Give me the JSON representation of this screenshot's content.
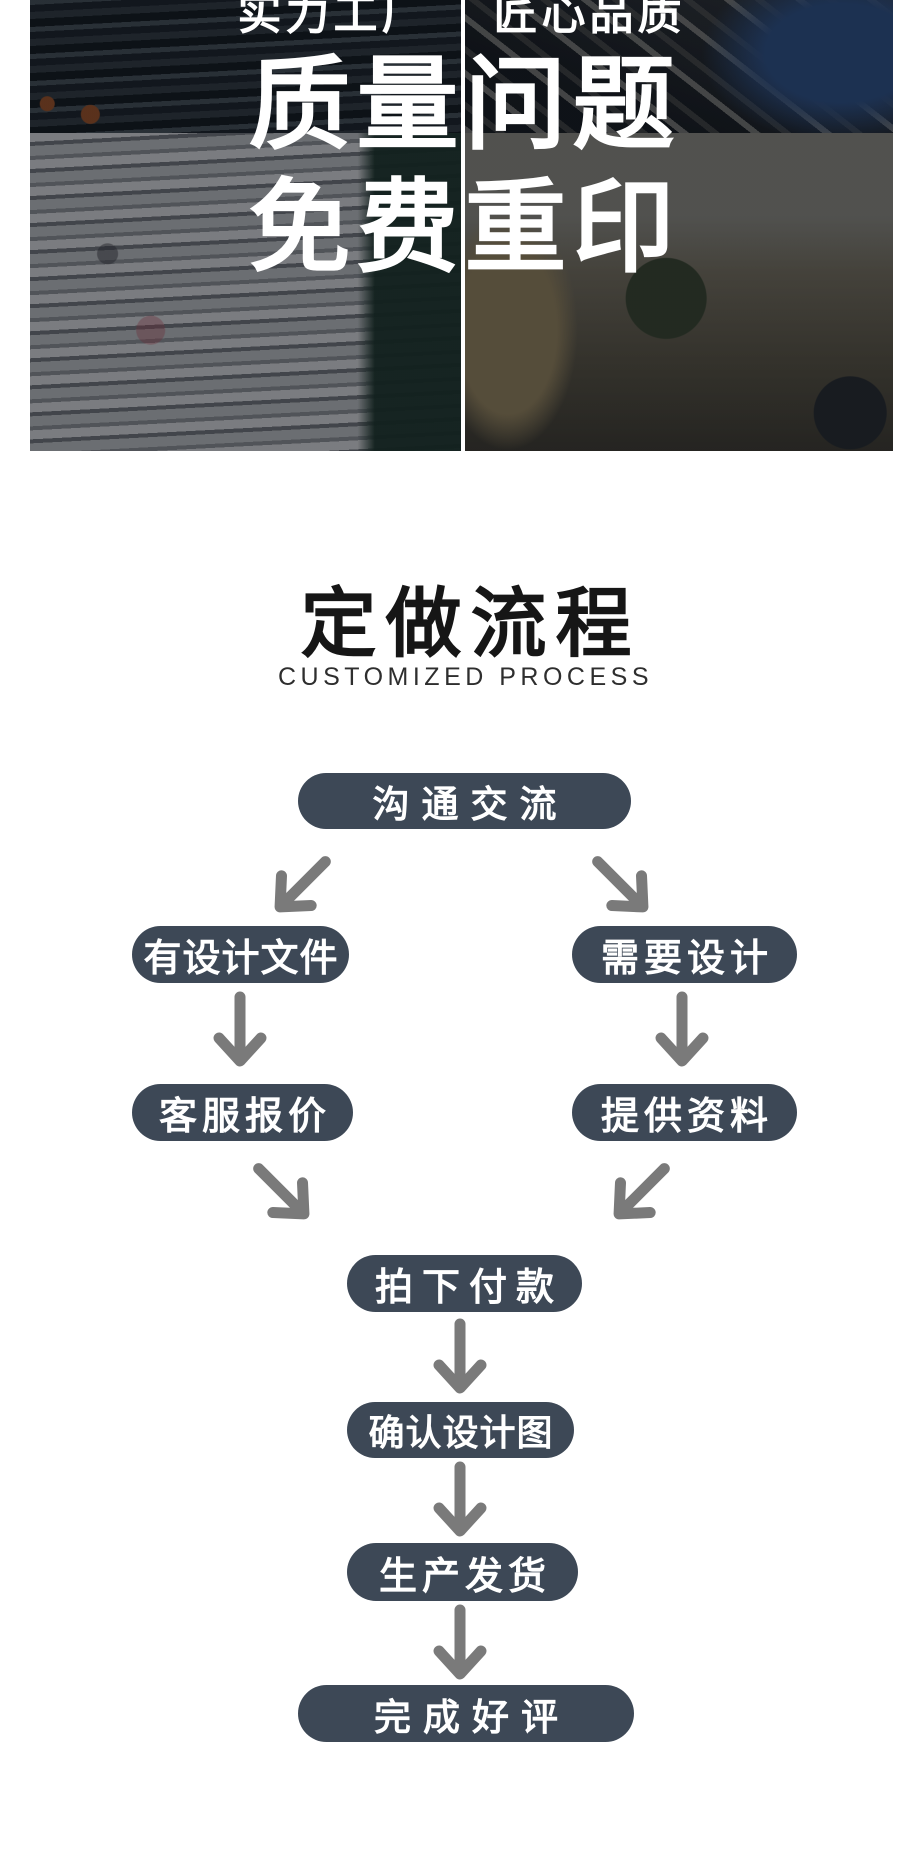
{
  "banner": {
    "top_labels": [
      "实力工厂",
      "匠心品质"
    ],
    "headline_line1": "质量问题",
    "headline_line2": "免费重印"
  },
  "process_section": {
    "title": "定做流程",
    "subtitle": "CUSTOMIZED PROCESS",
    "steps": [
      {
        "id": "communicate",
        "label": "沟通交流"
      },
      {
        "id": "have_design_file",
        "label": "有设计文件"
      },
      {
        "id": "need_design",
        "label": "需要设计"
      },
      {
        "id": "service_quote",
        "label": "客服报价"
      },
      {
        "id": "provide_materials",
        "label": "提供资料"
      },
      {
        "id": "order_and_pay",
        "label": "拍下付款"
      },
      {
        "id": "confirm_design",
        "label": "确认设计图"
      },
      {
        "id": "produce_and_ship",
        "label": "生产发货"
      },
      {
        "id": "complete_good_review",
        "label": "完成好评"
      }
    ],
    "flow_edges": [
      [
        "communicate",
        "have_design_file"
      ],
      [
        "communicate",
        "need_design"
      ],
      [
        "have_design_file",
        "service_quote"
      ],
      [
        "need_design",
        "provide_materials"
      ],
      [
        "service_quote",
        "order_and_pay"
      ],
      [
        "provide_materials",
        "order_and_pay"
      ],
      [
        "order_and_pay",
        "confirm_design"
      ],
      [
        "confirm_design",
        "produce_and_ship"
      ],
      [
        "produce_and_ship",
        "complete_good_review"
      ]
    ]
  },
  "colors": {
    "step_box": "#3d4856",
    "arrow": "#7a7a7a",
    "title_text": "#161616",
    "banner_text": "#ffffff",
    "page_background": "#ffffff"
  }
}
